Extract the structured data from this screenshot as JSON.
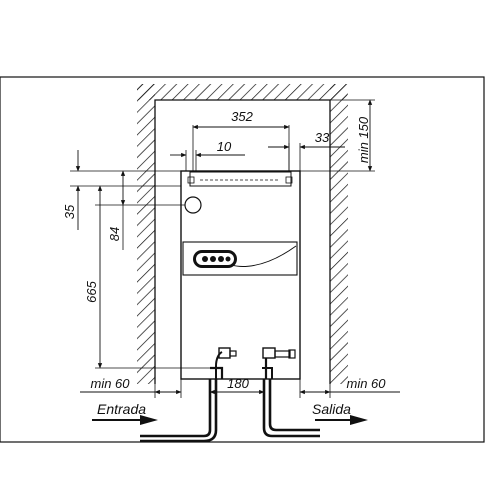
{
  "diagram": {
    "dimensions": {
      "width_352": "352",
      "offset_10": "10",
      "offset_33": "33",
      "min_150": "min 150",
      "height_35": "35",
      "height_84": "84",
      "height_665": "665",
      "spacing_180": "180",
      "min_60_left": "min 60",
      "min_60_right": "min 60"
    },
    "labels": {
      "inlet": "Entrada",
      "outlet": "Salida"
    },
    "colors": {
      "line": "#111111",
      "background": "#ffffff"
    }
  }
}
